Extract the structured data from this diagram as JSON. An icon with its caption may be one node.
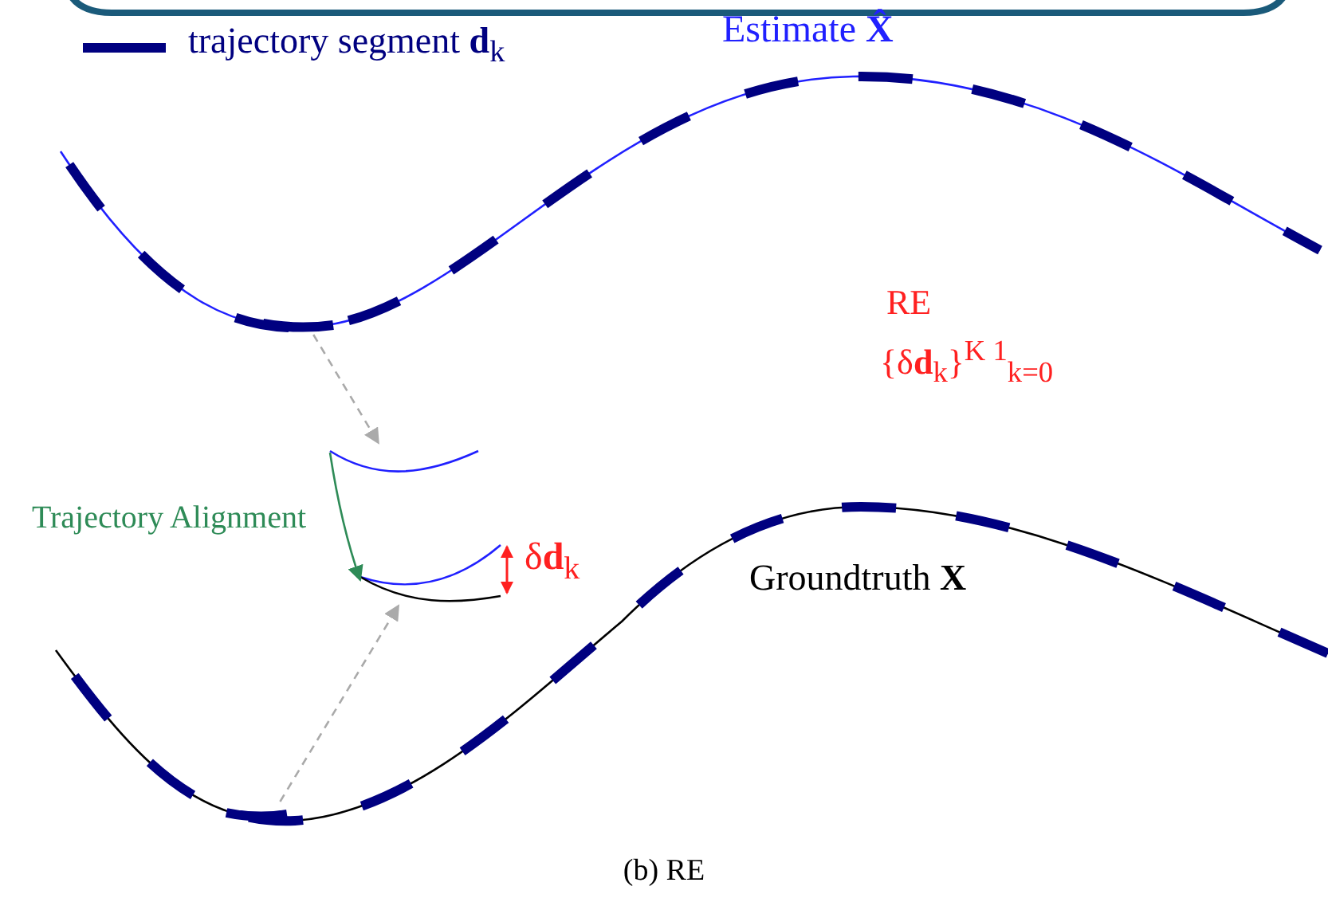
{
  "diagram": {
    "caption": "(b) RE",
    "nodes": [
      {
        "text": [],
        "shape": "bar"
      },
      {
        "text": [],
        "shape": "picture"
      },
      {
        "text": [],
        "shape": "picture"
      },
      {
        "text": [],
        "shape": "bar"
      }
    ],
    "edges": [
      {
        "from": 0,
        "to": 1,
        "arrow": "to",
        "style": "dashed",
        "color": "#aaaaaa"
      },
      {
        "from": 3,
        "to": 2,
        "arrow": "to",
        "style": "dashed",
        "color": "#aaaaaa"
      },
      {
        "from": 1,
        "to": 2,
        "arrow": "to",
        "label": "Trajectory Alignment",
        "color": "#2e8b57"
      }
    ],
    "labels": [
      "Estimate **X̂**",
      "RE",
      "{δ**d**$_{k}$}$^{K 1}$$_{k=0}$",
      "δ**d**$_{k}$",
      "Groundtruth **X**"
    ],
    "legend": [
      {
        "text": "trajectory segment **d**$_{k}$"
      }
    ]
  }
}
